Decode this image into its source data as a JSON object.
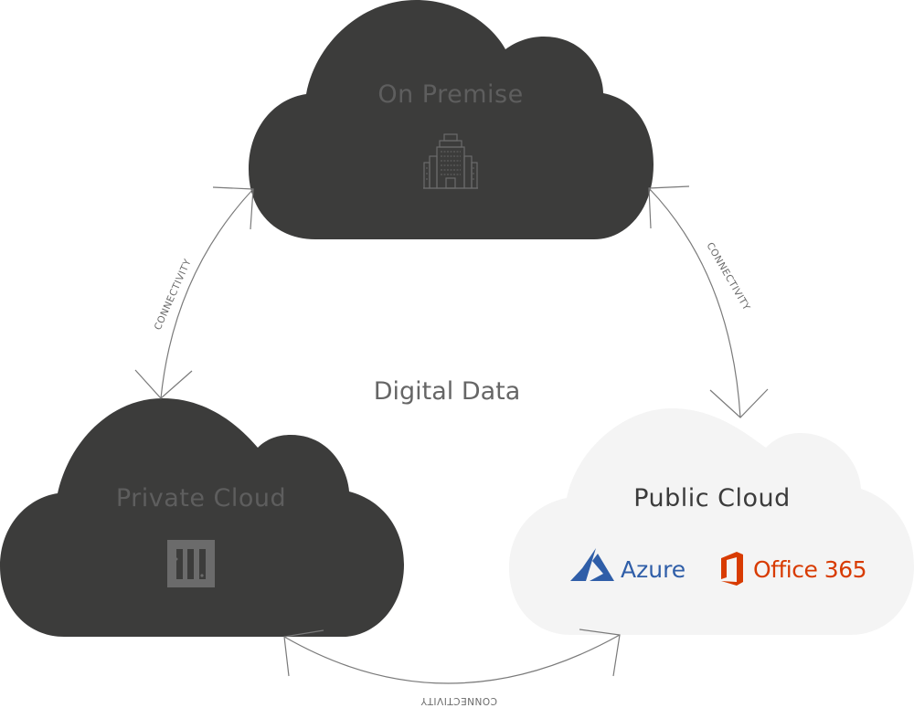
{
  "diagram": {
    "center_label": "Digital Data",
    "connection_label": "CONNECTIVITY",
    "clouds": [
      {
        "id": "on-premise",
        "title": "On Premise",
        "icon": "building-icon",
        "style": "dark"
      },
      {
        "id": "private-cloud",
        "title": "Private Cloud",
        "icon": "server-rack-icon",
        "style": "dark"
      },
      {
        "id": "public-cloud",
        "title": "Public Cloud",
        "style": "light",
        "logos": [
          {
            "name": "Azure",
            "icon": "azure-logo-icon",
            "color": "#2f5ea8"
          },
          {
            "name": "Office 365",
            "icon": "office365-logo-icon",
            "color": "#d83b01"
          }
        ]
      }
    ],
    "connections": [
      {
        "from": "on-premise",
        "to": "private-cloud",
        "label": "CONNECTIVITY",
        "bidirectional": true
      },
      {
        "from": "on-premise",
        "to": "public-cloud",
        "label": "CONNECTIVITY",
        "bidirectional": true
      },
      {
        "from": "private-cloud",
        "to": "public-cloud",
        "label": "CONNECTIVITY",
        "bidirectional": true
      }
    ],
    "colors": {
      "dark_cloud": "#3c3c3b",
      "light_cloud": "#f4f4f4",
      "arrow": "#7a7a7a",
      "dark_text": "#5e5e5e"
    }
  }
}
